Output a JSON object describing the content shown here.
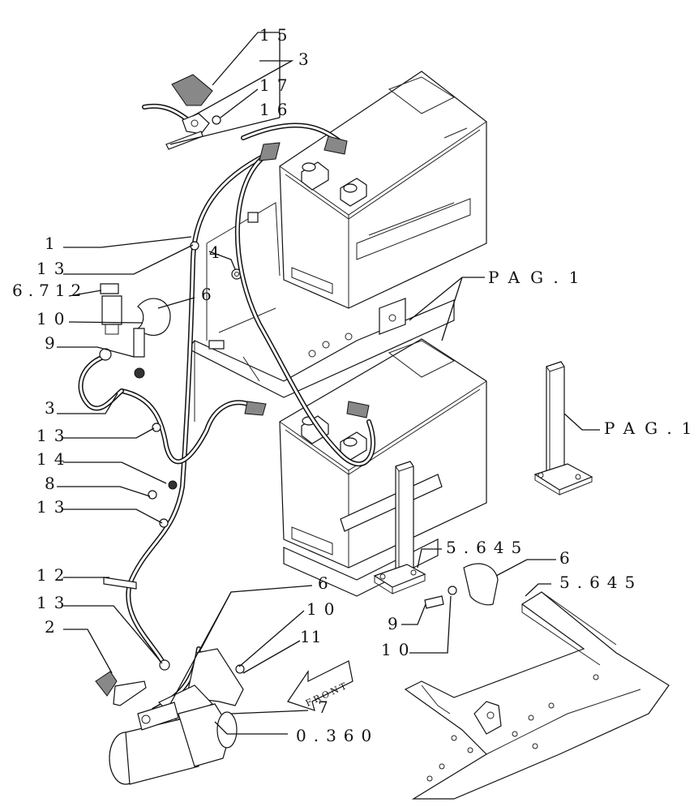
{
  "callouts": {
    "c15": "15",
    "c3_top": "3",
    "c17": "17",
    "c16": "16",
    "c1": "1",
    "c13_a": "13",
    "c4": "4",
    "c6_712": "6.712",
    "c6_a": "6",
    "c10_a": "10",
    "c9_a": "9",
    "c3_b": "3",
    "c13_b": "13",
    "c14": "14",
    "c8": "8",
    "c13_c": "13",
    "c12": "12",
    "c13_d": "13",
    "c2": "2",
    "c6_b": "6",
    "c10_b": "10",
    "c11": "11",
    "c7": "7",
    "c0360": "0.360",
    "pag1_a": "PAG.1",
    "pag1_b": "PAG.1",
    "c5645_a": "5.645",
    "c6_c": "6",
    "c5645_b": "5.645",
    "c9_b": "9",
    "c10_c": "10"
  },
  "front_arrow": "FRONT",
  "colors": {
    "ink": "#111111",
    "paper": "#ffffff"
  }
}
